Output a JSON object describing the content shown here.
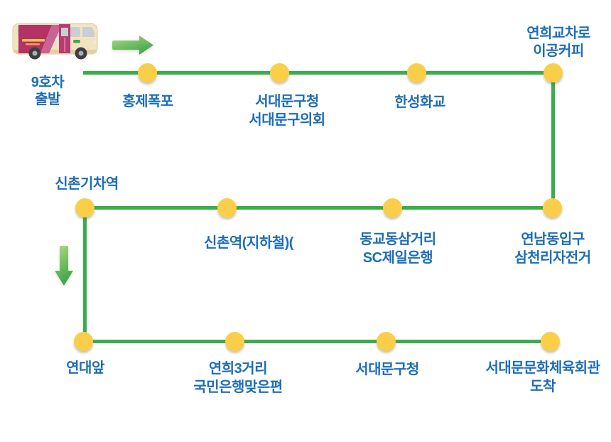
{
  "route_number_note": "9호차",
  "stops": [
    {
      "lines": [
        "9호차",
        "출발"
      ]
    },
    {
      "lines": [
        "홍제폭포"
      ]
    },
    {
      "lines": [
        "서대문구청",
        "서대문구의회"
      ]
    },
    {
      "lines": [
        "한성화교"
      ]
    },
    {
      "lines": [
        "연희교차로",
        "이공커피"
      ]
    },
    {
      "lines": [
        "신촌기차역"
      ]
    },
    {
      "lines": [
        "신촌역(지하철)("
      ]
    },
    {
      "lines": [
        "동교동삼거리",
        "SC제일은행"
      ]
    },
    {
      "lines": [
        "연남동입구",
        "삼천리자전거"
      ]
    },
    {
      "lines": [
        "연대앞"
      ]
    },
    {
      "lines": [
        "연희3거리",
        "국민은행맞은편"
      ]
    },
    {
      "lines": [
        "서대문구청"
      ]
    },
    {
      "lines": [
        "서대문문화체육회관",
        "도착"
      ]
    }
  ],
  "colors": {
    "route_line": "#3aad4b",
    "stop_fill": "#fbce49",
    "label_text": "#1d6db8",
    "arrow_light": "#aedb7e",
    "arrow_dark": "#3fa44a"
  }
}
